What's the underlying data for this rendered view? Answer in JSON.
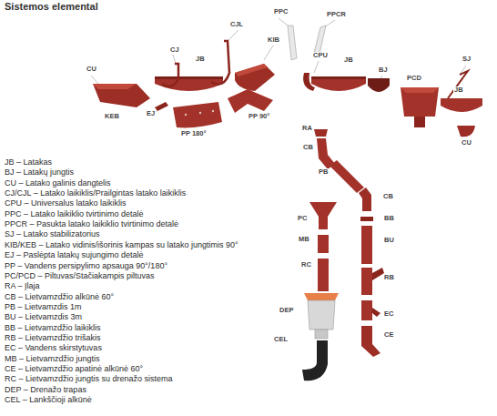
{
  "diagram": {
    "title": "Sistemos elemental",
    "labels": [
      "CU",
      "CJL",
      "CJ",
      "JB",
      "PPC",
      "PPCR",
      "KIB",
      "CPU",
      "JB",
      "BJ",
      "PCD",
      "SJ",
      "JB",
      "CU",
      "KEB",
      "EJ",
      "PP 180°",
      "PP 90°",
      "RA",
      "CB",
      "PB",
      "CB",
      "PC",
      "BB",
      "MB",
      "BU",
      "RC",
      "RB",
      "DEP",
      "EC",
      "CEL",
      "CE",
      "JB – Latakas",
      "BJ – Latakų jungtis",
      "CU – Latako galinis dangtelis",
      "CJ/CJL – Latako laikiklis/Prailgintas latako laikiklis",
      "CPU – Universalus latako laikiklis",
      "PPC – Latako laikiklio tvirtinimo detalė",
      "PPCR – Pasukta latako laikiklio tvirtinimo detalė",
      "SJ – Latako stabilizatorius",
      "KIB/KEB – Latako vidinis/išorinis kampas su latako jungtimis 90°",
      "EJ – Paslėpta latakų sujungimo detalė",
      "PP – Vandens persipylimo apsauga 90°/180°",
      "PC/PCD – Piltuvas/Stačiakampis piltuvas",
      "RA – Įlaja",
      "CB – Lietvamzdžio alkūnė 60°",
      "PB – Lietvamzdis 1m",
      "BU – Lietvamzdis 3m",
      "BB – Lietvamzdžio laikiklis",
      "RB – Lietvamzdžio trišakis",
      "EC – Vandens skirstytuvas",
      "MB – Lietvamzdžio jungtis",
      "CE – Lietvamzdžio apatinė alkūnė 60°",
      "RC – Lietvamzdžio jungtis su drenažo sistema",
      "DEP – Drenažo trapas",
      "CEL – Lankščioji alkūnė"
    ]
  }
}
